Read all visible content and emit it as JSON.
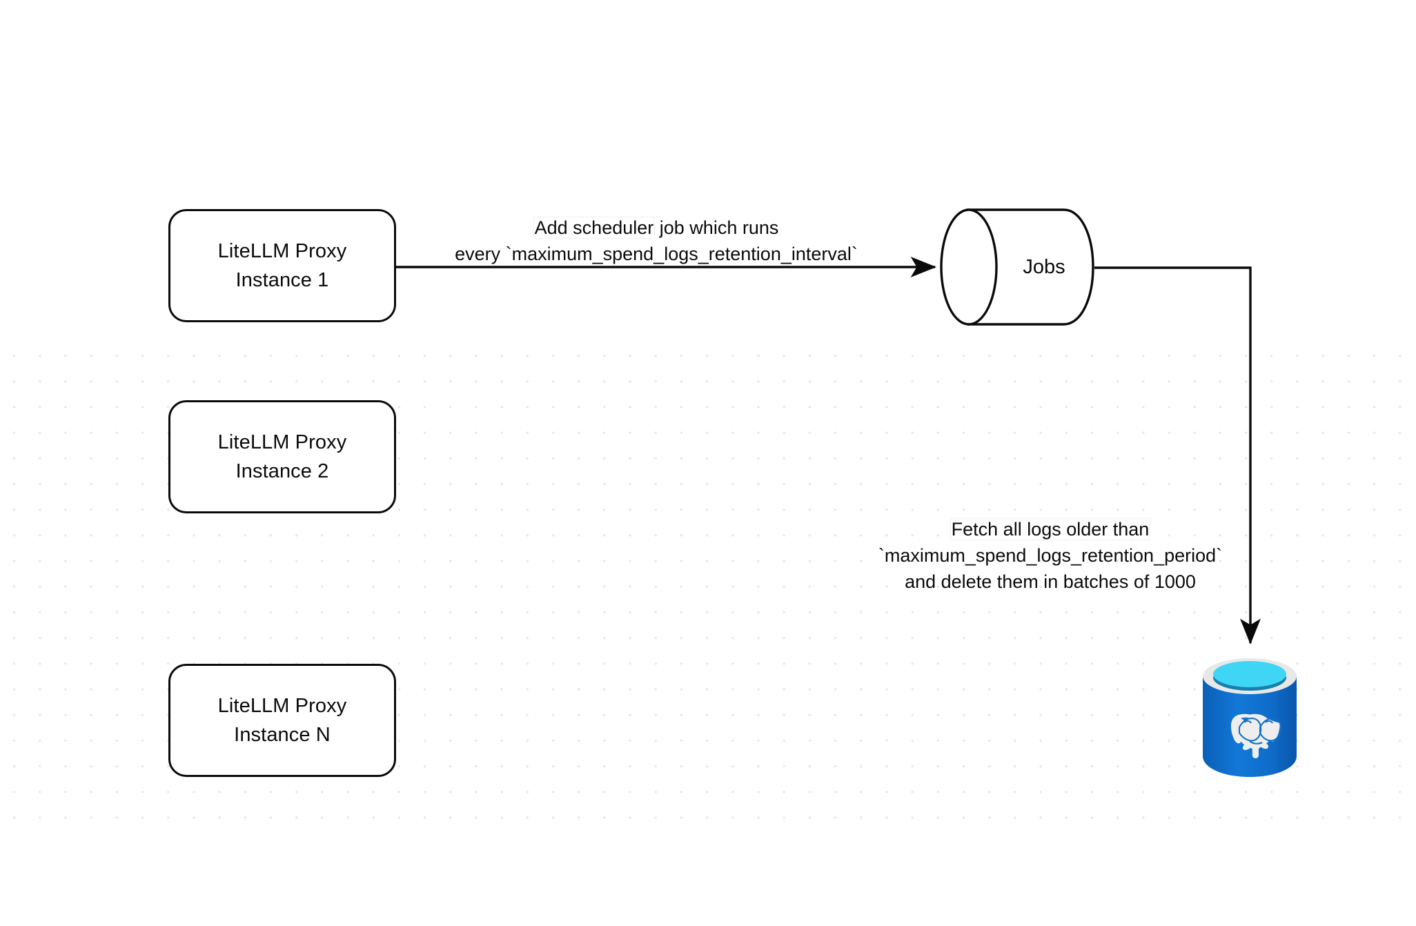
{
  "diagram": {
    "title": "LiteLLM spend logs retention scheduler flow",
    "background": {
      "color": "#ffffff",
      "dot_color": "#e7e7e7",
      "dot_spacing": 37
    },
    "stroke_color": "#0a0a0a",
    "nodes": {
      "instance_1": {
        "name": "litellm-proxy-instance-1",
        "shape": "rounded-rectangle",
        "line1": "LiteLLM Proxy",
        "line2": "Instance 1"
      },
      "instance_2": {
        "name": "litellm-proxy-instance-2",
        "shape": "rounded-rectangle",
        "line1": "LiteLLM Proxy",
        "line2": "Instance 2"
      },
      "instance_n": {
        "name": "litellm-proxy-instance-n",
        "shape": "rounded-rectangle",
        "line1": "LiteLLM Proxy",
        "line2": "Instance N"
      },
      "jobs": {
        "name": "jobs-queue",
        "shape": "cylinder",
        "label": "Jobs"
      },
      "postgres": {
        "name": "postgres-database",
        "shape": "database-cylinder",
        "icon": "postgresql-elephant-icon",
        "colors": {
          "body": "#0f6fcb",
          "body_light": "#1a86e0",
          "rim": "#e8e8e8",
          "liquid_top": "#3fd5f5",
          "liquid_shadow": "#1780ac",
          "elephant": "#eeeeee"
        }
      }
    },
    "edges": [
      {
        "name": "edge-instance1-to-jobs",
        "from": "instance_1",
        "to": "jobs",
        "arrow": "end",
        "label_line1": "Add scheduler job which runs",
        "label_line2": "every `maximum_spend_logs_retention_interval`",
        "label_highlight": "Add scheduler"
      },
      {
        "name": "edge-jobs-to-postgres",
        "from": "jobs",
        "to": "postgres",
        "arrow": "end",
        "label_line1": "Fetch all logs older than",
        "label_line2": "`maximum_spend_logs_retention_period`",
        "label_line3": "and delete them in batches of 1000",
        "label_highlight": "Fetch all logs older than"
      }
    ]
  }
}
